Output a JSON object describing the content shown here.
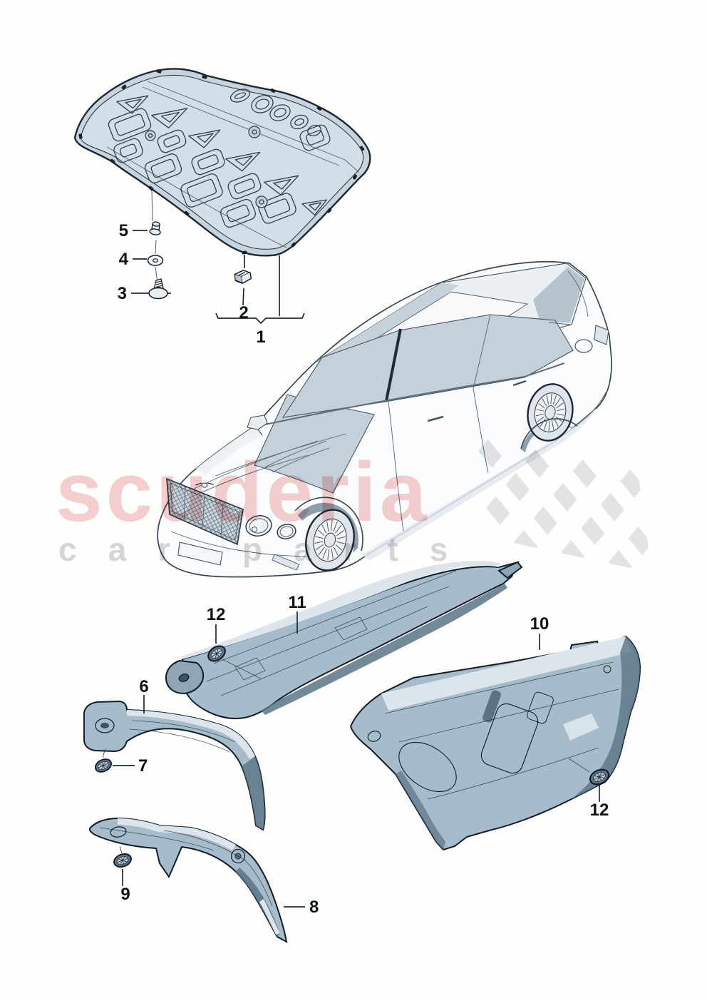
{
  "watermark": {
    "brand": "scuderia",
    "subtext": "car parts"
  },
  "colors": {
    "brand_pink": "#f3c3c3",
    "subtext_gray": "#d6d6d6",
    "checker_gray": "#e1e1e4",
    "part_blue": "#a7bcca",
    "part_blue_light": "#dbe5eb",
    "part_blue_deep": "#7e98a9",
    "line_dark": "#101c28"
  },
  "callouts": {
    "c1": "1",
    "c2": "2",
    "c3": "3",
    "c4": "4",
    "c5": "5",
    "c6": "6",
    "c7": "7",
    "c8": "8",
    "c9": "9",
    "c10": "10",
    "c11": "11",
    "c12_left": "12",
    "c12_right": "12"
  }
}
